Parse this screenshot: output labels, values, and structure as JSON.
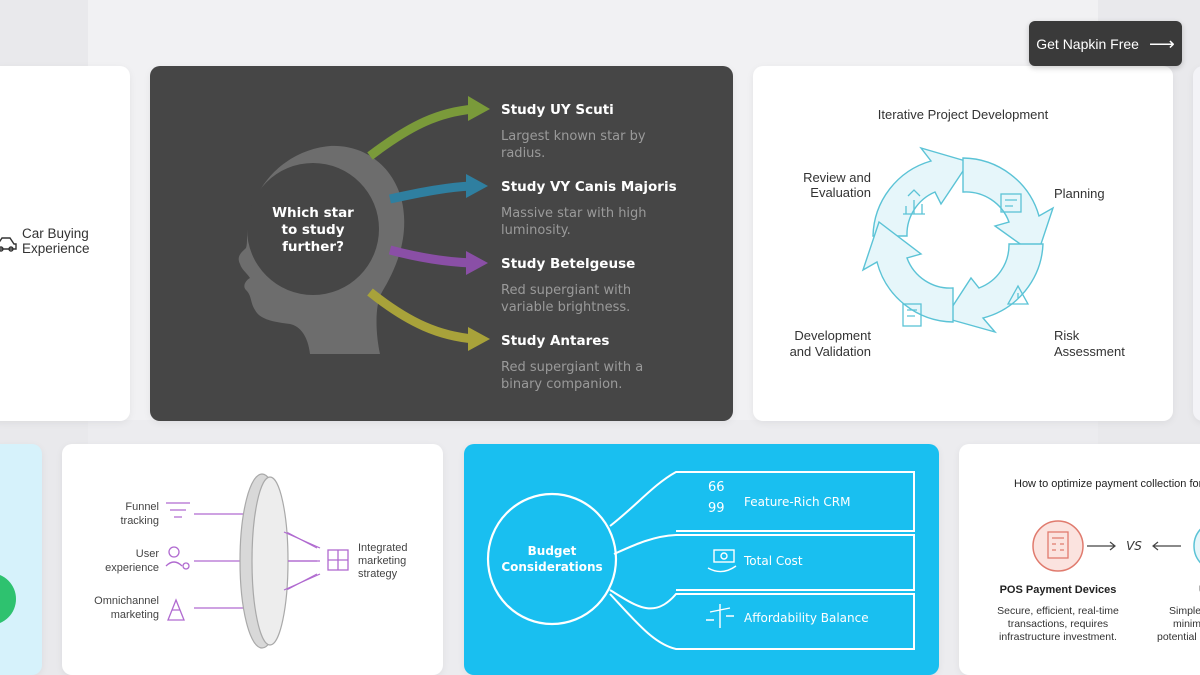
{
  "cta": {
    "label": "Get Napkin Free",
    "icon": "arrow-right-icon"
  },
  "car_card": {
    "label_line1": "Car Buying",
    "label_line2": "Experience",
    "icon": "car-icon"
  },
  "star_card": {
    "question": [
      "Which star",
      "to study",
      "further?"
    ],
    "options": [
      {
        "title": "Study UY Scuti",
        "desc": [
          "Largest known star by",
          "radius."
        ],
        "color": "#7a9a3a"
      },
      {
        "title": "Study VY Canis Majoris",
        "desc": [
          "Massive star with high",
          "luminosity."
        ],
        "color": "#2f7fa0"
      },
      {
        "title": "Study Betelgeuse",
        "desc": [
          "Red supergiant with",
          "variable brightness."
        ],
        "color": "#8a4fa6"
      },
      {
        "title": "Study Antares",
        "desc": [
          "Red supergiant with a",
          "binary companion."
        ],
        "color": "#a8a23a"
      }
    ]
  },
  "cycle_card": {
    "title": "Iterative Project Development",
    "stages": [
      {
        "label": [
          "Review and",
          "Evaluation"
        ],
        "icon": "team-growth-icon"
      },
      {
        "label": [
          "Planning"
        ],
        "icon": "planning-board-icon"
      },
      {
        "label": [
          "Risk",
          "Assessment"
        ],
        "icon": "risk-warning-icon"
      },
      {
        "label": [
          "Development",
          "and Validation"
        ],
        "icon": "document-pen-icon"
      }
    ],
    "accent": "#5bc3d6"
  },
  "funnel_card": {
    "inputs": [
      {
        "label": [
          "Funnel",
          "tracking"
        ],
        "icon": "funnel-icon"
      },
      {
        "label": [
          "User",
          "experience"
        ],
        "icon": "user-settings-icon"
      },
      {
        "label": [
          "Omnichannel",
          "marketing"
        ],
        "icon": "megaphone-icon"
      }
    ],
    "output": {
      "label": [
        "Integrated",
        "marketing",
        "strategy"
      ],
      "icon": "puzzle-icon"
    },
    "accent": "#b06ad0"
  },
  "budget_card": {
    "center": [
      "Budget",
      "Considerations"
    ],
    "items": [
      {
        "label": "Feature-Rich CRM",
        "icon": "quote-icon"
      },
      {
        "label": "Total Cost",
        "icon": "money-hand-icon"
      },
      {
        "label": "Affordability Balance",
        "icon": "balance-scale-icon"
      }
    ],
    "bg": "#19bff0"
  },
  "payment_card": {
    "title": "How to optimize payment collection for",
    "vs": "VS",
    "left": {
      "title": "POS Payment Devices",
      "desc": [
        "Secure, efficient, real-time",
        "transactions, requires",
        "infrastructure investment."
      ],
      "icon": "pos-terminal-icon"
    },
    "right": {
      "title": "UP",
      "desc": [
        "Simple",
        "minimal",
        "potential"
      ]
    },
    "accent": "#e07b6e"
  }
}
